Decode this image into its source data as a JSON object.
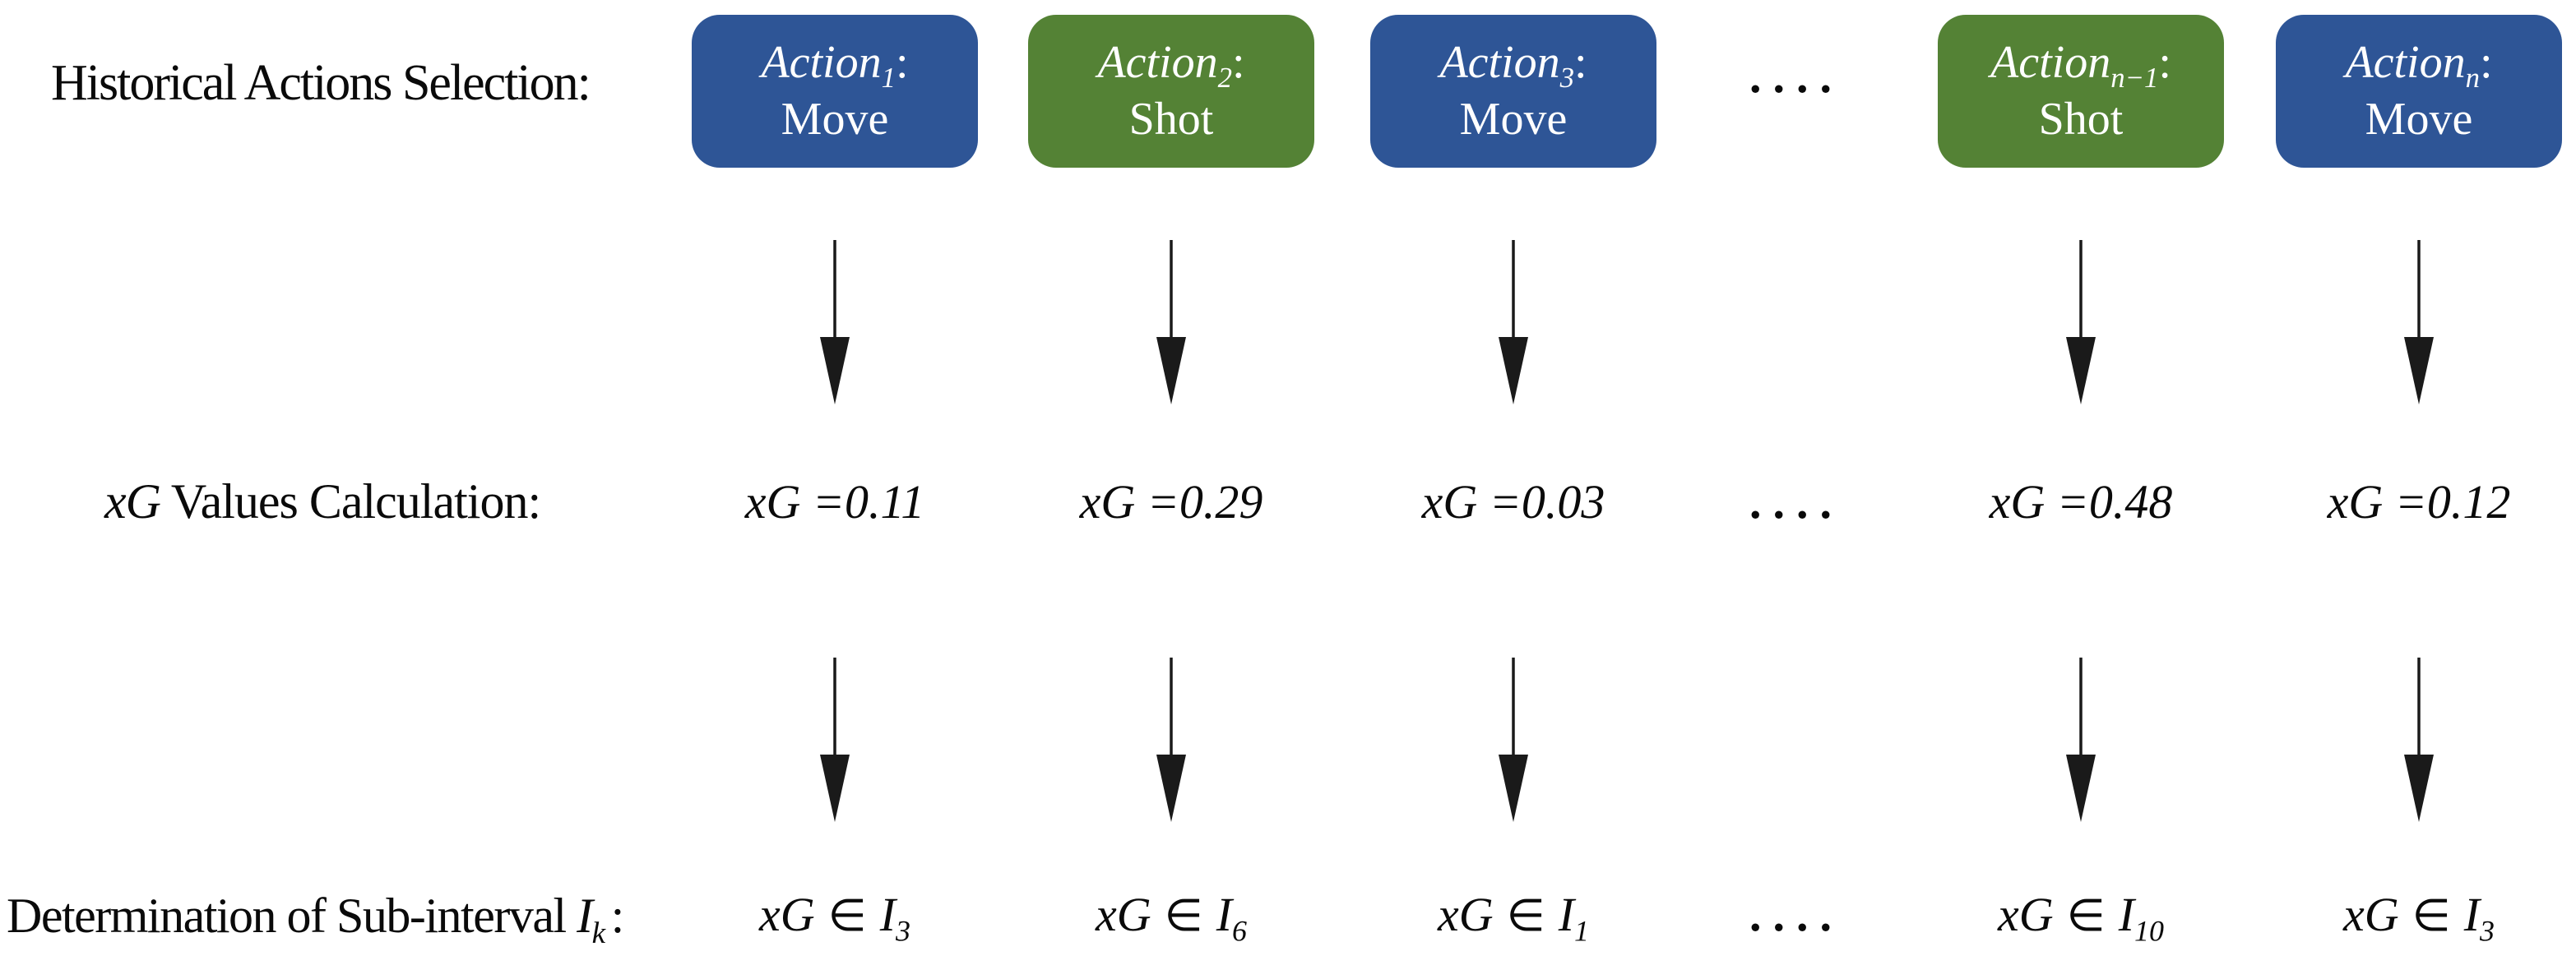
{
  "rows": {
    "actions_label": "Historical Actions Selection:",
    "xg_label_italic": "xG",
    "xg_label_rest": " Values Calculation:",
    "interval_label_prefix": "Determination of Sub-interval ",
    "interval_label_symbol": "I",
    "interval_label_subscript": "k",
    "interval_label_colon": ":"
  },
  "dots": "....",
  "colors": {
    "move_box": "#2E5596",
    "shot_box": "#548235",
    "arrow": "#1a1a1a"
  },
  "columns": [
    {
      "word": "Action",
      "sub": "1",
      "colon": ":",
      "name": "Move",
      "box_color": "#2E5596",
      "xg": "xG =0.11",
      "in_lhs": "xG",
      "in_sym": "∈",
      "in_I": "I",
      "in_sub": "3"
    },
    {
      "word": "Action",
      "sub": "2",
      "colon": ":",
      "name": "Shot",
      "box_color": "#548235",
      "xg": "xG =0.29",
      "in_lhs": "xG",
      "in_sym": "∈",
      "in_I": "I",
      "in_sub": "6"
    },
    {
      "word": "Action",
      "sub": "3",
      "colon": ":",
      "name": "Move",
      "box_color": "#2E5596",
      "xg": "xG =0.03",
      "in_lhs": "xG",
      "in_sym": "∈",
      "in_I": "I",
      "in_sub": "1"
    },
    {
      "word": "Action",
      "sub": "n−1",
      "colon": ":",
      "name": "Shot",
      "box_color": "#548235",
      "xg": "xG =0.48",
      "in_lhs": "xG",
      "in_sym": "∈",
      "in_I": "I",
      "in_sub": "10"
    },
    {
      "word": "Action",
      "sub": "n",
      "colon": ":",
      "name": "Move",
      "box_color": "#2E5596",
      "xg": "xG =0.12",
      "in_lhs": "xG",
      "in_sym": "∈",
      "in_I": "I",
      "in_sub": "3"
    }
  ]
}
